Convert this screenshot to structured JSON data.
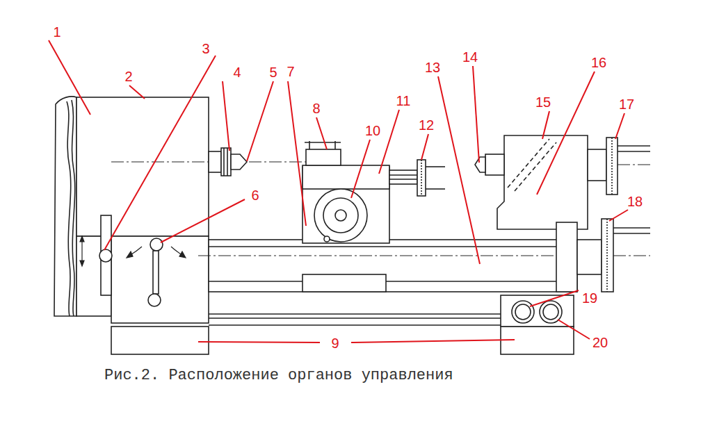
{
  "diagram": {
    "caption": "Рис.2. Расположение органов управления",
    "labels": [
      "1",
      "2",
      "3",
      "4",
      "5",
      "6",
      "7",
      "8",
      "9",
      "10",
      "11",
      "12",
      "13",
      "14",
      "15",
      "16",
      "17",
      "18",
      "19",
      "20"
    ]
  }
}
